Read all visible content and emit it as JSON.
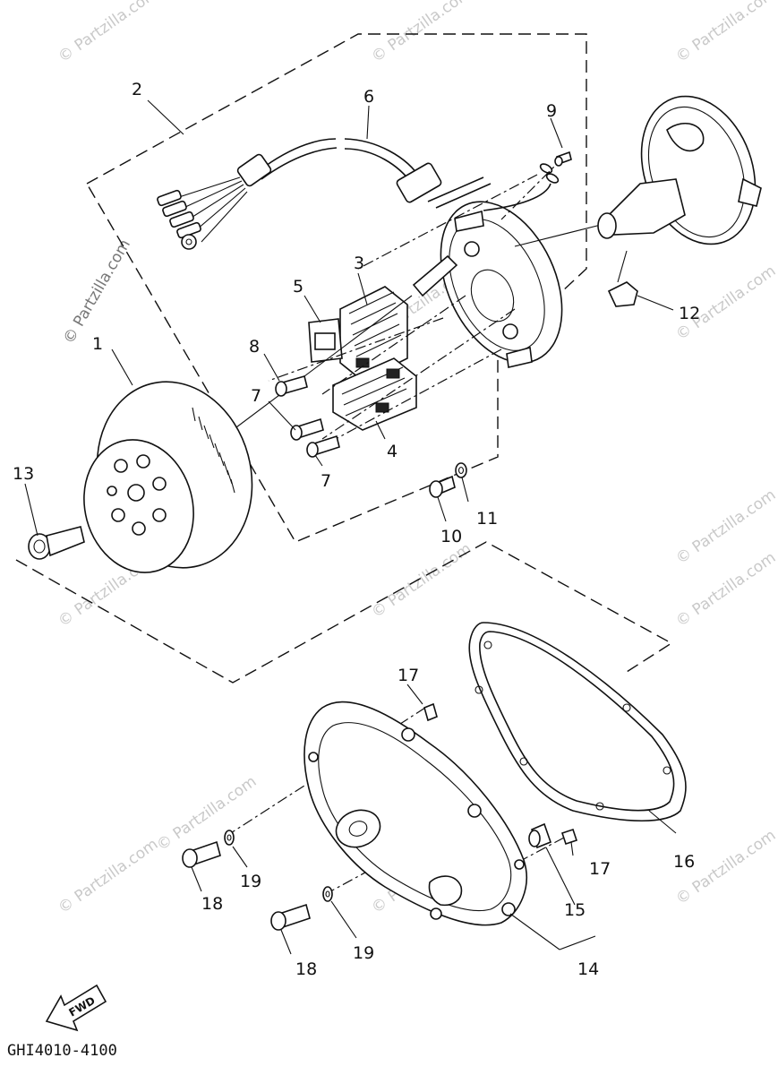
{
  "watermark": "© Partzilla.com",
  "watermark_side": "© Partzilla.com",
  "diagram_code": "GHI4010-4100",
  "fwd_label": "FWD",
  "callouts": {
    "c1": "1",
    "c2": "2",
    "c3": "3",
    "c4": "4",
    "c5": "5",
    "c6": "6",
    "c7a": "7",
    "c7b": "7",
    "c8": "8",
    "c9": "9",
    "c10": "10",
    "c11": "11",
    "c12": "12",
    "c13": "13",
    "c14": "14",
    "c15": "15",
    "c16": "16",
    "c17a": "17",
    "c17b": "17",
    "c18a": "18",
    "c18b": "18",
    "c19a": "19",
    "c19b": "19"
  }
}
